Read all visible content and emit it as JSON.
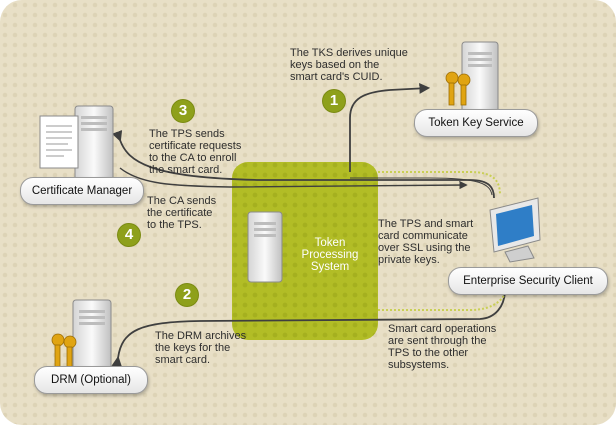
{
  "components": {
    "tks": "Token Key Service",
    "cert_manager": "Certificate Manager",
    "drm": "DRM (Optional)",
    "esc": "Enterprise Security Client",
    "tps": [
      "Token",
      "Processing",
      "System"
    ]
  },
  "steps": {
    "one": "1",
    "two": "2",
    "three": "3",
    "four": "4"
  },
  "notes": {
    "tks": [
      "The TKS derives unique",
      "keys based on the",
      "smart card's CUID."
    ],
    "tps_cert": [
      "The TPS sends",
      "certificate requests",
      "to the CA to enroll",
      "the smart card."
    ],
    "ca_sends": [
      "The CA sends",
      "the certificate",
      "to the TPS."
    ],
    "ssl": [
      "The TPS and smart",
      "card communicate",
      "over SSL using the",
      "private keys."
    ],
    "drm": [
      "The DRM archives",
      "the keys for the",
      "smart card."
    ],
    "ops": [
      "Smart card operations",
      "are sent through the",
      "TPS to the other",
      "subsystems."
    ]
  },
  "icons": {
    "server": "server-icon",
    "keys": "keys-icon",
    "certificate": "certificate-icon",
    "monitor": "computer-monitor-icon"
  },
  "colors": {
    "background": "#e8dfc6",
    "tps_box": "#b2bd26",
    "accent": "#8ea01b",
    "keys": "#e0a412"
  }
}
